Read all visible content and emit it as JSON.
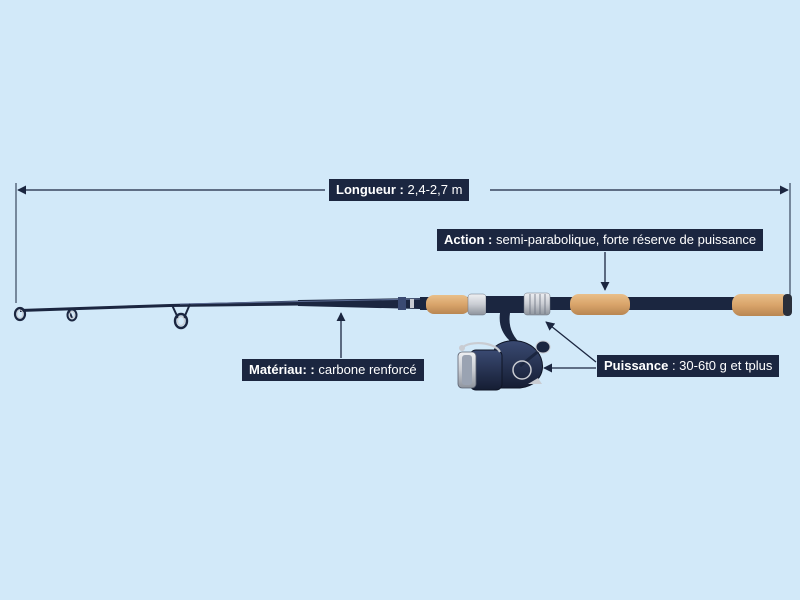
{
  "labels": {
    "longueur": {
      "term": "Longueur :",
      "value": "2,4-2,7 m"
    },
    "action": {
      "term": "Action :",
      "value": "semi-parabolique, forte réserve de puissance"
    },
    "materiau": {
      "term": "Matériau: :",
      "value": "carbone renforcé"
    },
    "puissance": {
      "term": "Puissance",
      "value": ": 30-6t0 g et tplus"
    }
  },
  "colors": {
    "background": "#d2e9f9",
    "label_bg": "#1b2640",
    "label_text": "#ffffff",
    "rod_blank": "#1b2640",
    "cork": "#d9a46a",
    "reel_body": "#1f2a48",
    "metal": "#c9ccd2"
  }
}
